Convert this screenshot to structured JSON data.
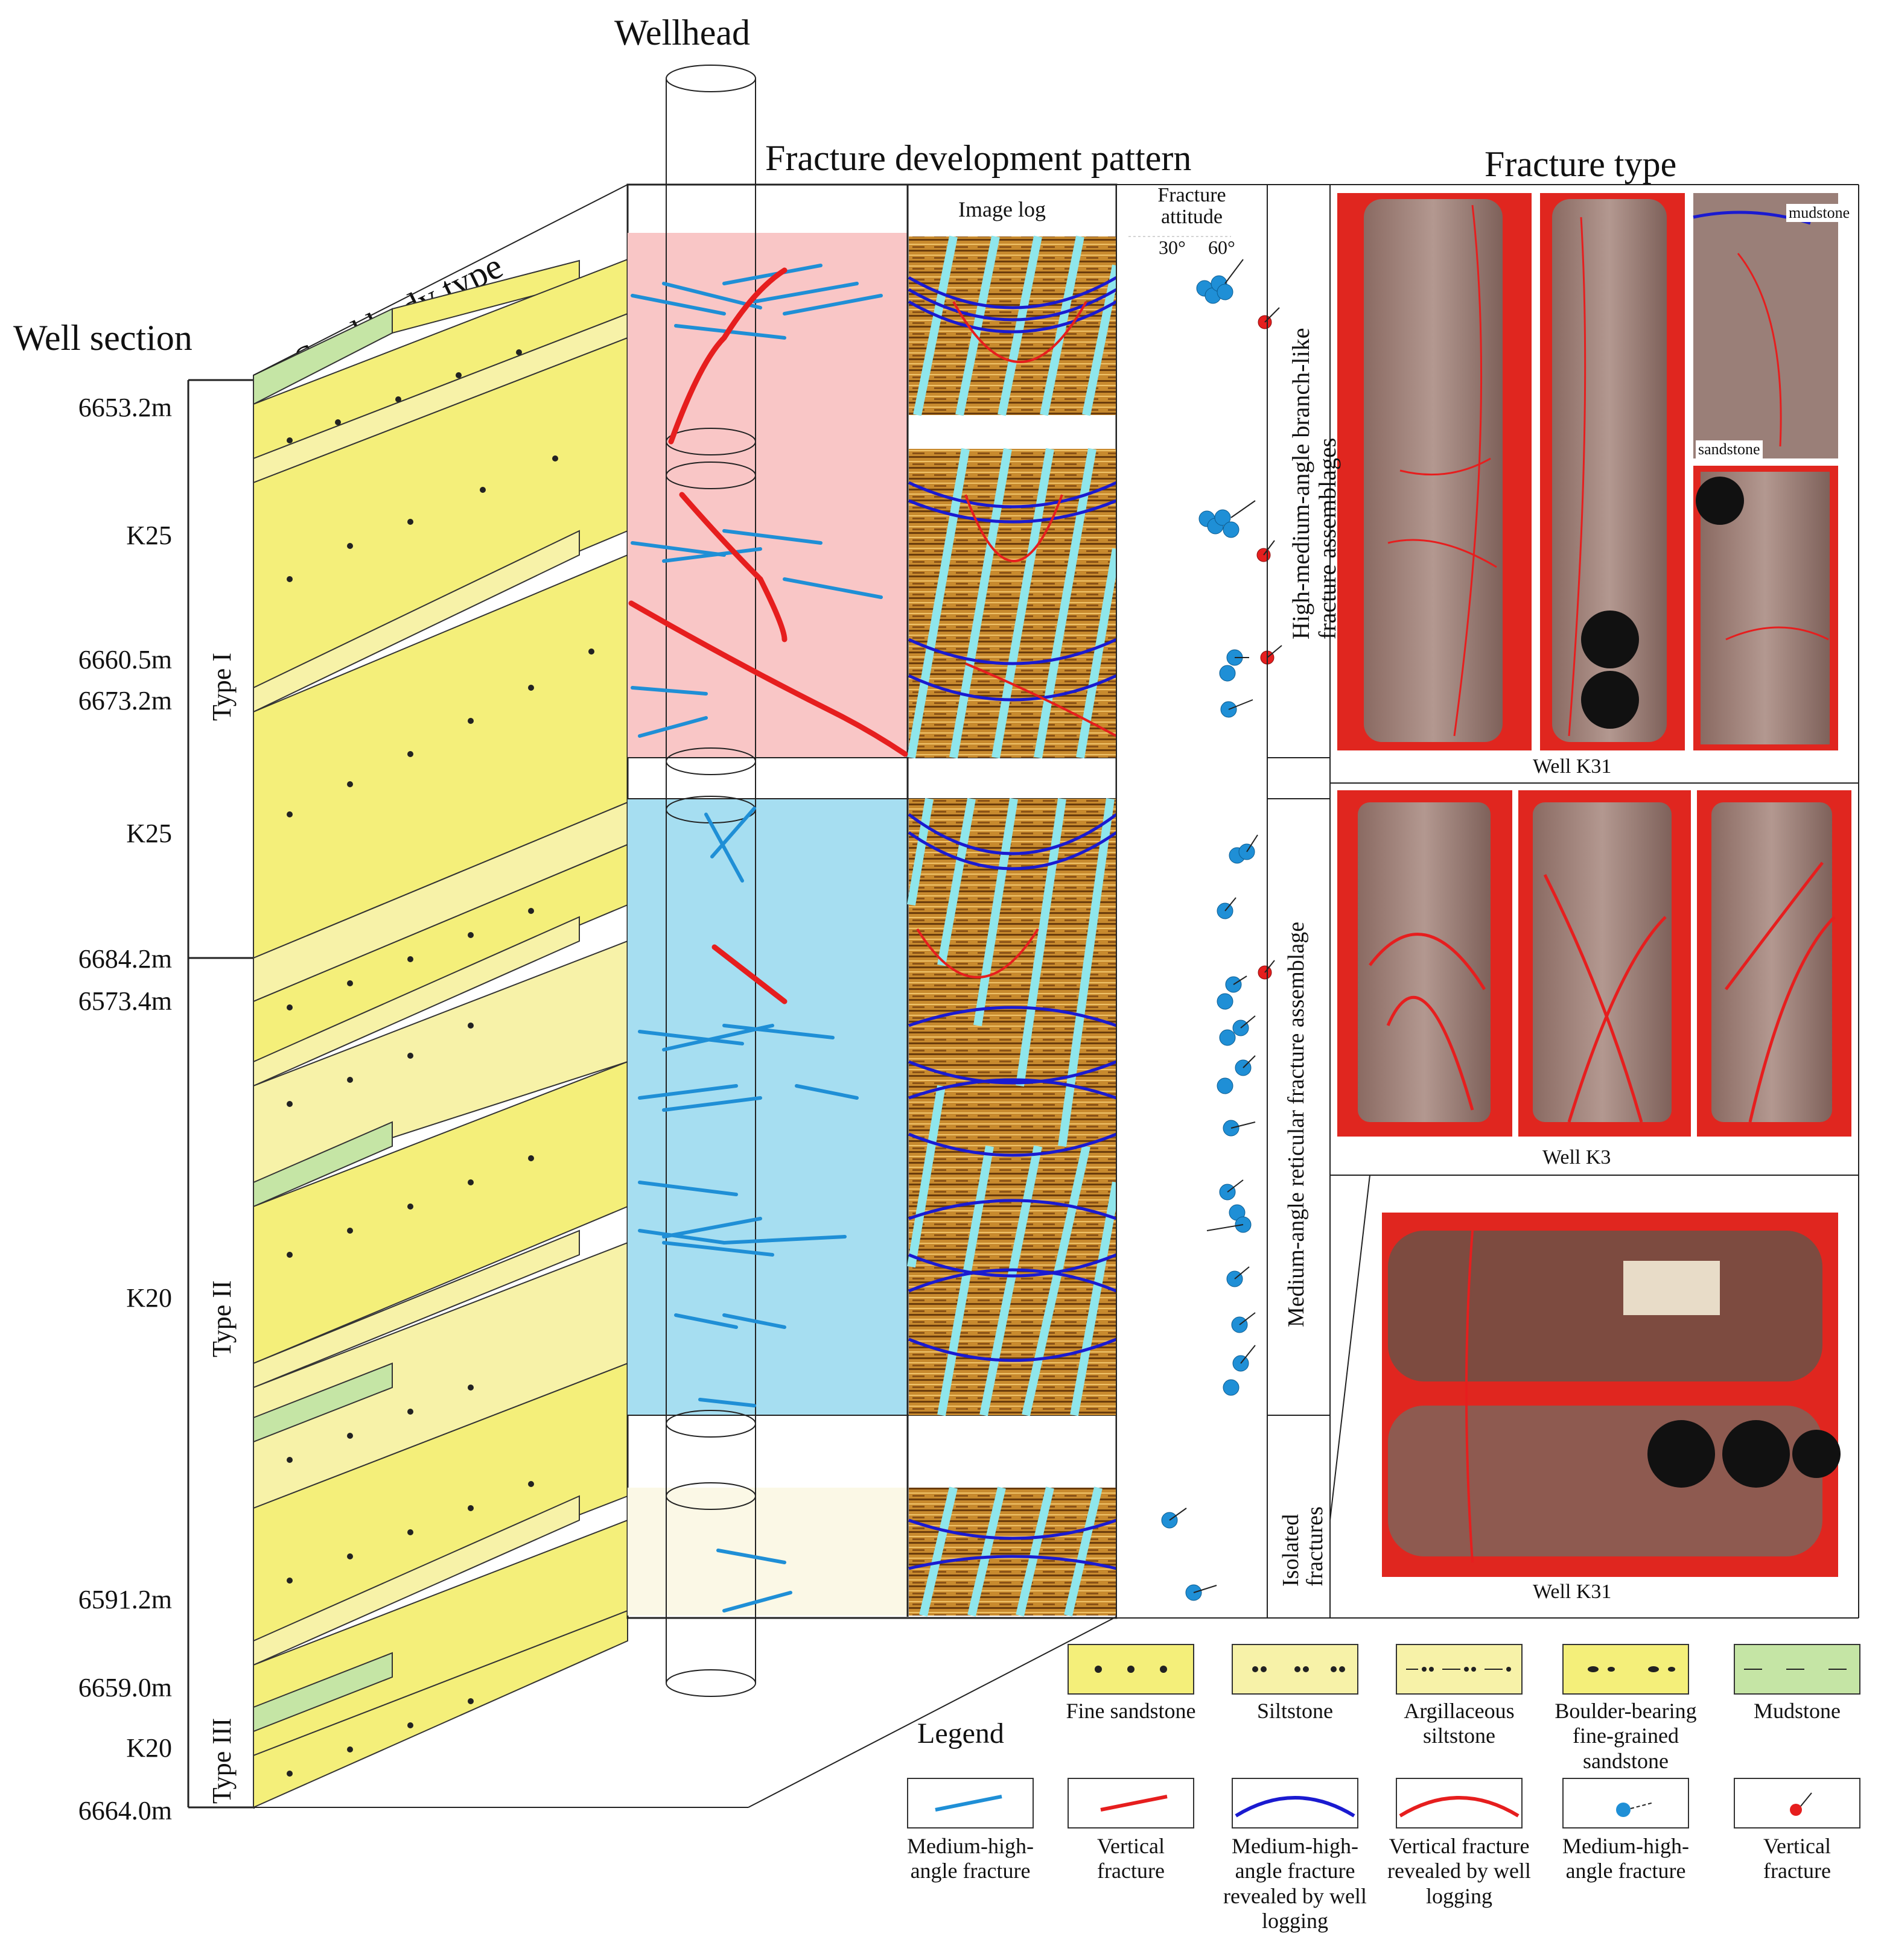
{
  "titles": {
    "wellhead": "Wellhead",
    "fracture_pattern": "Fracture development pattern",
    "fracture_type": "Fracture type",
    "sand_body_type": "Sand body type",
    "well_section": "Well section",
    "image_log": "Image log",
    "fracture_attitude": "Fracture attitude",
    "attitude_30": "30°",
    "attitude_60": "60°"
  },
  "depths": [
    {
      "label": "6653.2m"
    },
    {
      "label": "K25"
    },
    {
      "label": "6660.5m"
    },
    {
      "label": "6673.2m"
    },
    {
      "label": "K25"
    },
    {
      "label": "6684.2m"
    },
    {
      "label": "6573.4m"
    },
    {
      "label": "K20"
    },
    {
      "label": "6591.2m"
    },
    {
      "label": "6659.0m"
    },
    {
      "label": "K20"
    },
    {
      "label": "6664.0m"
    }
  ],
  "types": [
    "Type I",
    "Type II",
    "Type III"
  ],
  "assemblages": [
    "High-medium-angle branch-like fracture assemblages",
    "Medium-angle reticular fracture assemblage",
    "Isolated fractures"
  ],
  "core_captions": [
    "Well K31",
    "Well K3",
    "Well K31"
  ],
  "core_labels": {
    "mudstone": "mudstone",
    "sandstone": "sandstone"
  },
  "legend": {
    "title": "Legend",
    "lithology": [
      {
        "label": "Fine sandstone",
        "color": "#f4ef7a"
      },
      {
        "label": "Siltstone",
        "color": "#f7f2a8"
      },
      {
        "label": "Argillaceous siltstone",
        "color": "#f7f2a8"
      },
      {
        "label": "Boulder-bearing fine-grained sandstone",
        "color": "#f4ef7a"
      },
      {
        "label": "Mudstone",
        "color": "#c5e5a5"
      }
    ],
    "fractures": [
      {
        "label": "Medium-high-angle fracture",
        "color": "#1f8fd6"
      },
      {
        "label": "Vertical fracture",
        "color": "#e61e1e"
      },
      {
        "label": "Medium-high-angle fracture revealed by well logging",
        "color": "#1a1ad0"
      },
      {
        "label": "Vertical fracture revealed by well logging",
        "color": "#e61e1e"
      },
      {
        "label": "Medium-high-angle fracture",
        "color": "#1f8fd6"
      },
      {
        "label": "Vertical fracture",
        "color": "#e61e1e"
      }
    ]
  },
  "colors": {
    "pink_zone": "#f9c6c6",
    "blue_zone": "#a6def1",
    "cream_zone": "#fbf8e6",
    "sand": "#f4ef7a",
    "mud": "#c5e5a5",
    "frac_blue": "#1f8fd6",
    "frac_red": "#e61e1e",
    "log_blue": "#1a1ad0",
    "core_bg": "#e0261f"
  }
}
